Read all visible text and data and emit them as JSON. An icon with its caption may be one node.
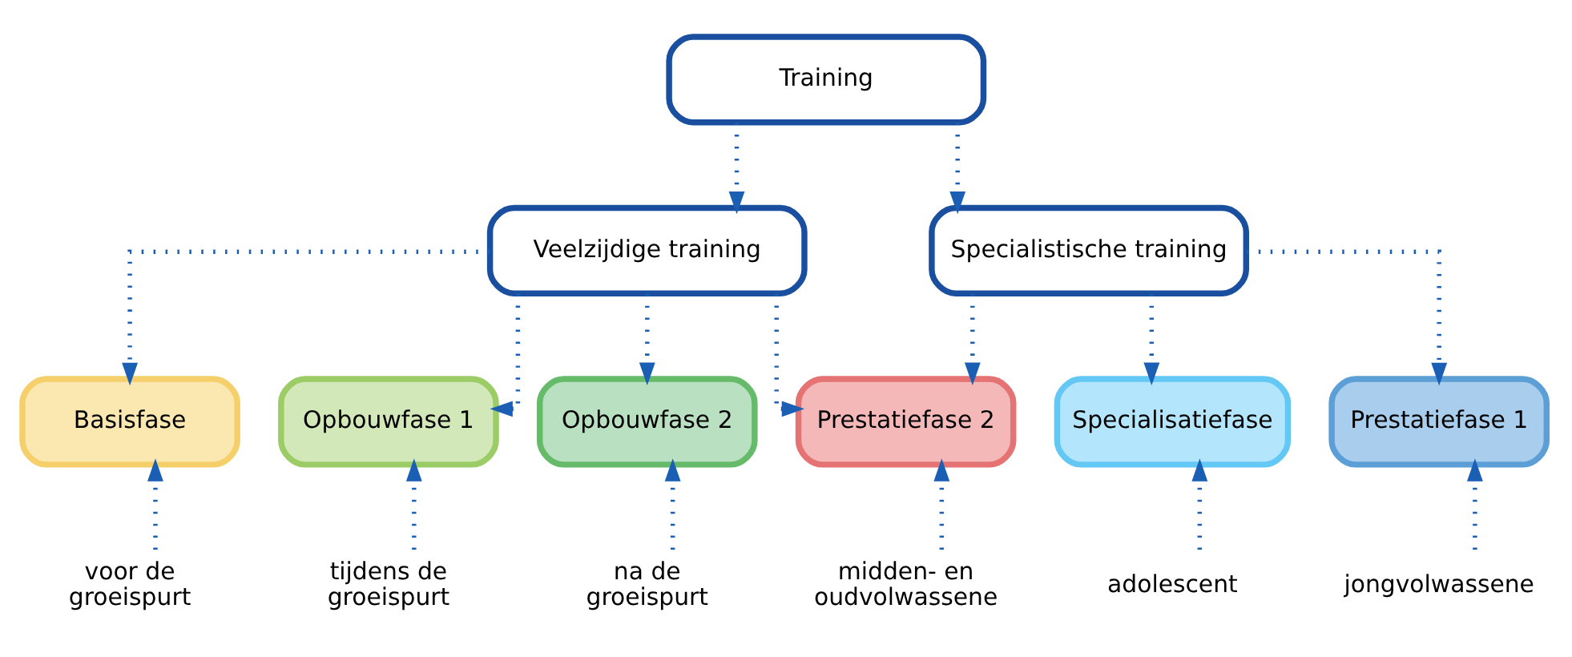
{
  "diagram": {
    "nodes": [
      {
        "text": [
          "Training"
        ]
      },
      {
        "text": [
          "Veelzijdige training"
        ]
      },
      {
        "text": [
          "Specialistische training"
        ]
      },
      {
        "text": [
          "Basisfase"
        ]
      },
      {
        "text": [
          "Opbouwfase 1"
        ]
      },
      {
        "text": [
          "Opbouwfase 2"
        ]
      },
      {
        "text": [
          "Prestatiefase 2"
        ]
      },
      {
        "text": [
          "Specialisatiefase"
        ]
      },
      {
        "text": [
          "Prestatiefase 1"
        ]
      },
      {
        "text": [
          "voor de groeispurt"
        ]
      },
      {
        "text": [
          "tijdens de groeispurt"
        ]
      },
      {
        "text": [
          "na de groeispurt"
        ]
      },
      {
        "text": [
          "midden- en oudvolwassene"
        ]
      },
      {
        "text": [
          "adolescent"
        ]
      },
      {
        "text": [
          "jongvolwassene"
        ]
      }
    ],
    "edges": [
      {
        "from": 0,
        "to": 1,
        "arrow": "to"
      },
      {
        "from": 0,
        "to": 2,
        "arrow": "to"
      },
      {
        "from": 1,
        "to": 3,
        "arrow": "to"
      },
      {
        "from": 1,
        "to": 4,
        "arrow": "to"
      },
      {
        "from": 1,
        "to": 5,
        "arrow": "to"
      },
      {
        "from": 1,
        "to": 6,
        "arrow": "to"
      },
      {
        "from": 2,
        "to": 6,
        "arrow": "to"
      },
      {
        "from": 2,
        "to": 7,
        "arrow": "to"
      },
      {
        "from": 2,
        "to": 8,
        "arrow": "to"
      },
      {
        "from": 9,
        "to": 3,
        "arrow": "to"
      },
      {
        "from": 10,
        "to": 4,
        "arrow": "to"
      },
      {
        "from": 11,
        "to": 5,
        "arrow": "to"
      },
      {
        "from": 12,
        "to": 6,
        "arrow": "to"
      },
      {
        "from": 13,
        "to": 7,
        "arrow": "to"
      },
      {
        "from": 14,
        "to": 8,
        "arrow": "to"
      }
    ]
  }
}
